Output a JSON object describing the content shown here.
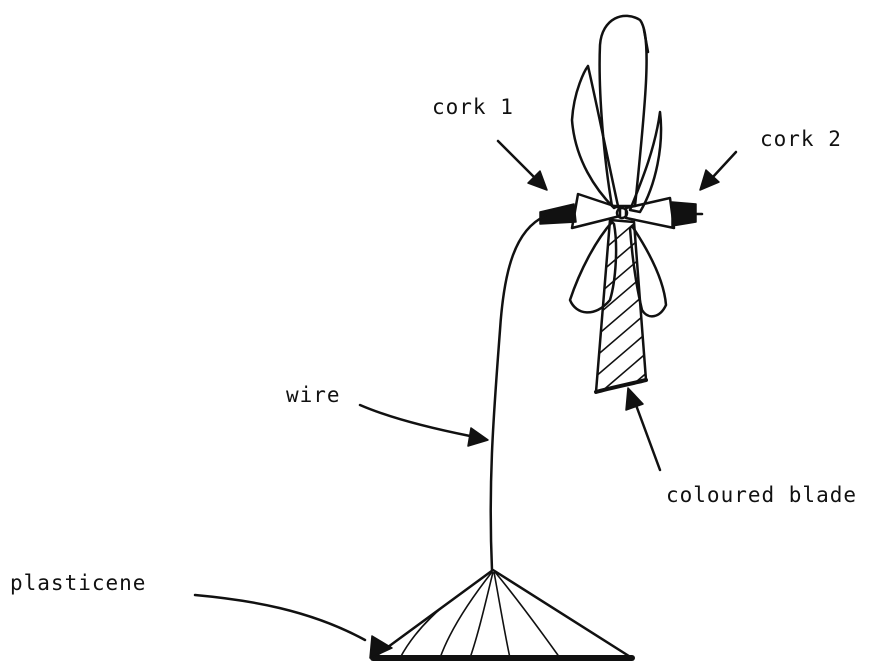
{
  "labels": {
    "cork1": "cork 1",
    "cork2": "cork 2",
    "wire": "wire",
    "coloured_blade": "coloured blade",
    "plasticene": "plasticene"
  }
}
